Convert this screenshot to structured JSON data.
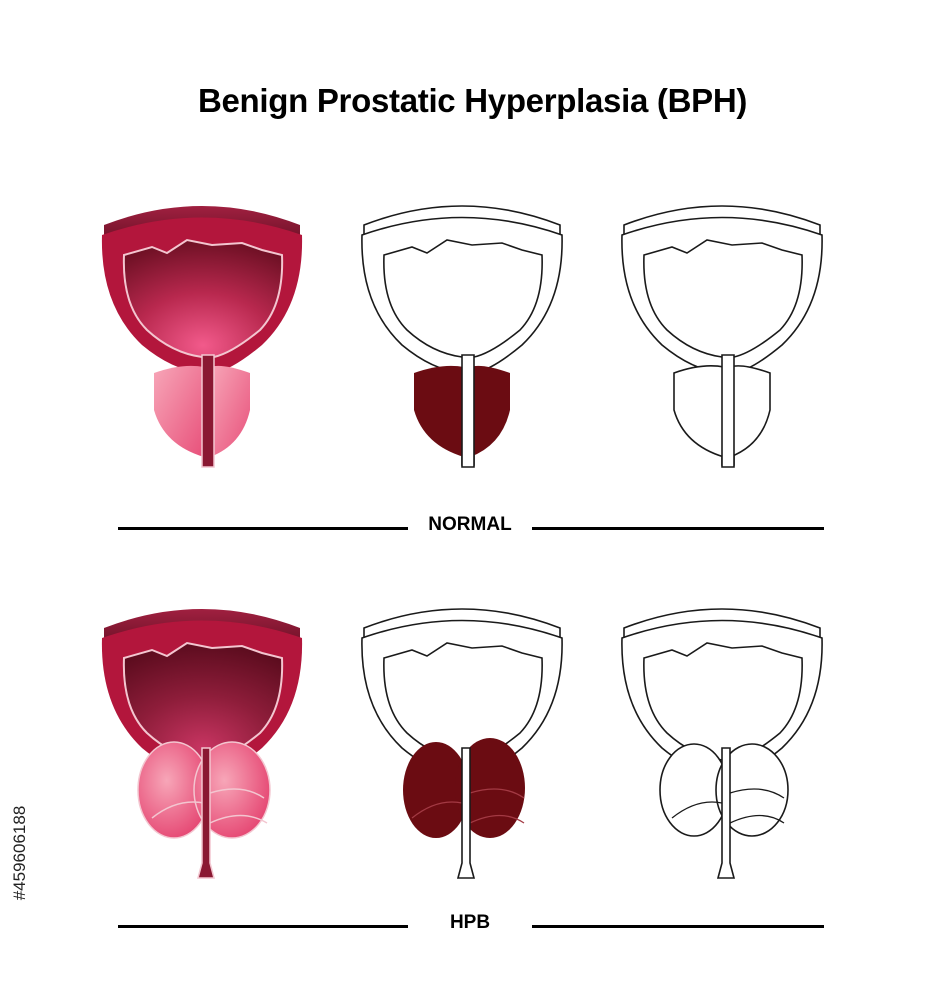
{
  "title": "Benign Prostatic Hyperplasia (BPH)",
  "rows": [
    {
      "label": "NORMAL",
      "variants": [
        "color",
        "dark",
        "outline"
      ]
    },
    {
      "label": "HPB",
      "variants": [
        "color",
        "dark",
        "outline"
      ]
    }
  ],
  "watermark": "#459606188",
  "colors": {
    "bladder_dark": "#7a1530",
    "bladder_wall": "#b8183f",
    "bladder_center": "#e0306a",
    "prostate_light": "#f5a3b3",
    "prostate_pink": "#e9466e",
    "prostate_dark": "#6b0c12",
    "outline": "#1a1a1a"
  }
}
